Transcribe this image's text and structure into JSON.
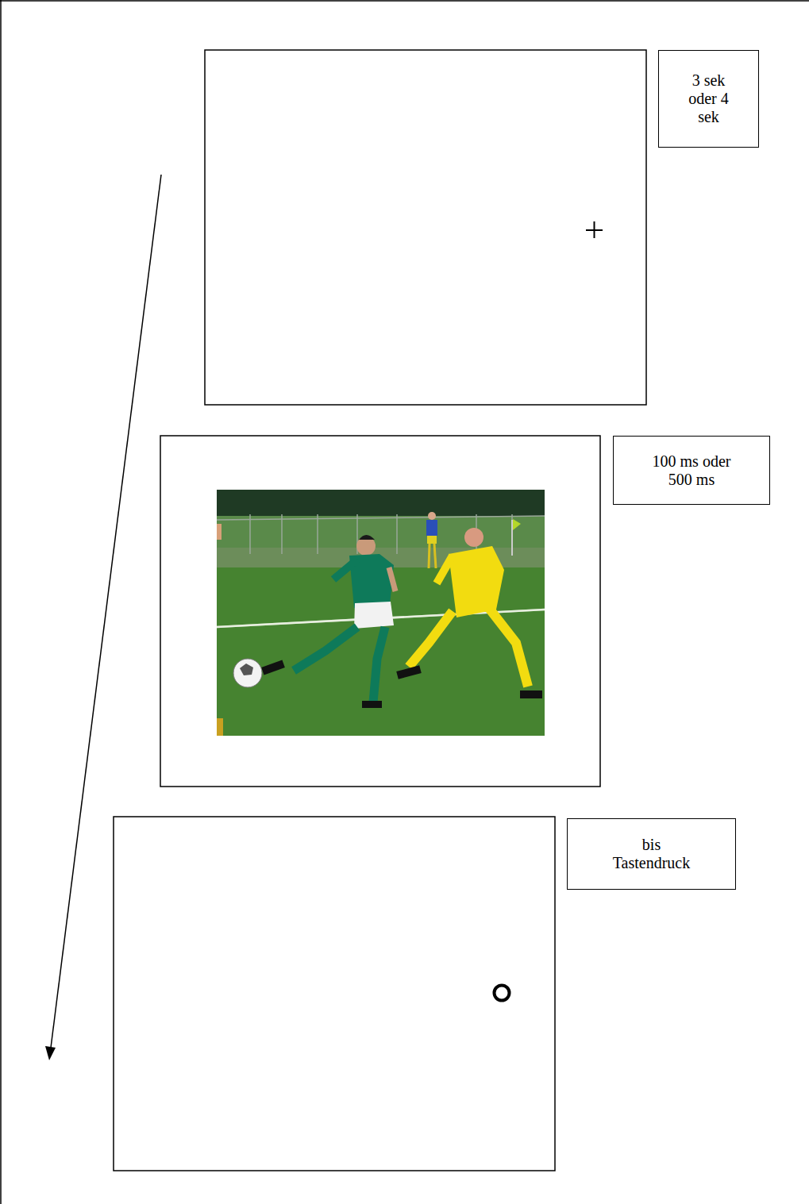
{
  "diagram": {
    "nodes": [
      {
        "text": [
          "3 sek oder 4 sek"
        ]
      },
      {
        "text": [
          "100 ms oder 500 ms"
        ]
      },
      {
        "text": [
          "bis Tastendruck"
        ]
      }
    ]
  }
}
